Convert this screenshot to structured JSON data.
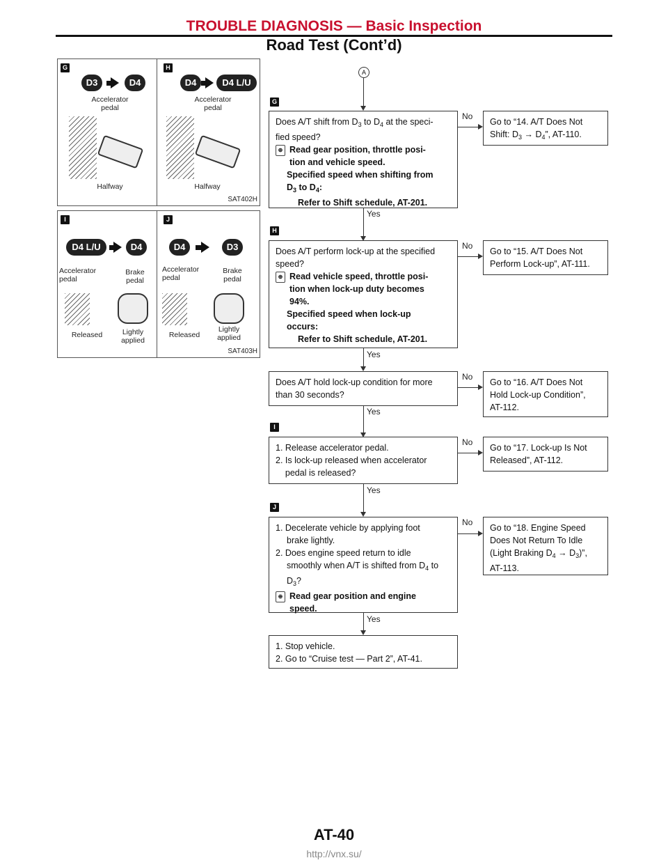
{
  "header": {
    "title": "TROUBLE DIAGNOSIS — Basic Inspection",
    "subtitle": "Road Test (Cont’d)"
  },
  "figure1": {
    "code": "SAT402H",
    "left": {
      "marker": "G",
      "from": "D3",
      "to": "D4",
      "pedal": "Accelerator\npedal",
      "state": "Halfway"
    },
    "right": {
      "marker": "H",
      "from": "D4",
      "to": "D4 L/U",
      "pedal": "Accelerator\npedal",
      "state": "Halfway"
    }
  },
  "figure2": {
    "code": "SAT403H",
    "left": {
      "marker": "I",
      "from": "D4 L/U",
      "to": "D4",
      "accel": "Accelerator\npedal",
      "brake": "Brake\npedal",
      "accel_state": "Released",
      "brake_state": "Lightly\napplied"
    },
    "right": {
      "marker": "J",
      "from": "D4",
      "to": "D3",
      "accel": "Accelerator\npedal",
      "brake": "Brake\npedal",
      "accel_state": "Released",
      "brake_state": "Lightly\napplied"
    }
  },
  "flow": {
    "start": "A",
    "yes": "Yes",
    "no": "No",
    "steps": [
      {
        "marker": "G",
        "q": "Does A/T shift from D3 to D4 at the speci-\nfied speed?",
        "inspect": "Read gear position, throttle posi-\ntion and vehicle speed.",
        "spec_label": "Specified speed when shifting from\nD3 to D4:",
        "spec_value": "Refer to Shift schedule, AT-201.",
        "no_action": "Go to “14. A/T Does Not\nShift: D3 → D4”, AT-110."
      },
      {
        "marker": "H",
        "q": "Does A/T perform lock-up at the specified\nspeed?",
        "inspect": "Read vehicle speed, throttle posi-\ntion when lock-up duty becomes\n94%.",
        "spec_label": "Specified speed when lock-up\noccurs:",
        "spec_value": "Refer to Shift schedule, AT-201.",
        "no_action": "Go to “15. A/T Does Not\nPerform Lock-up”, AT-111."
      },
      {
        "marker": "",
        "q": "Does A/T hold lock-up condition for more\nthan 30 seconds?",
        "no_action": "Go to “16. A/T Does Not\nHold Lock-up Condition”,\nAT-112."
      },
      {
        "marker": "I",
        "q": "1. Release accelerator pedal.\n2. Is lock-up released when accelerator\n    pedal is released?",
        "no_action": "Go to “17. Lock-up Is Not\nReleased”, AT-112."
      },
      {
        "marker": "J",
        "q": "1. Decelerate vehicle by applying foot\n    brake lightly.\n2. Does engine speed return to idle\n    smoothly when A/T is shifted from D4 to\n    D3?",
        "inspect": "Read gear position and engine\nspeed.",
        "no_action": "Go to “18. Engine Speed\nDoes Not Return To Idle\n(Light Braking D4 → D3)”,\nAT-113."
      }
    ],
    "final": "1. Stop vehicle.\n2. Go to “Cruise test — Part 2”, AT-41."
  },
  "footer": {
    "page": "AT-40",
    "url": "http://vnx.su/"
  }
}
